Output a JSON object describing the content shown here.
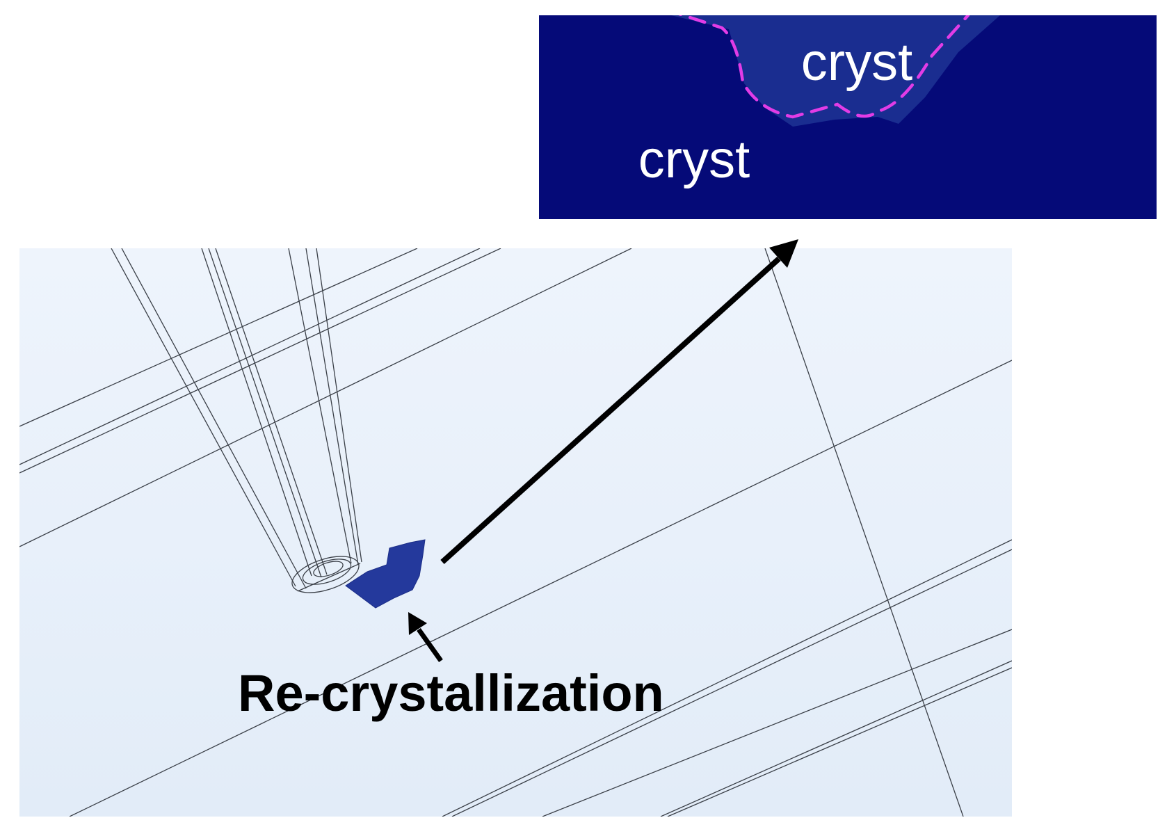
{
  "inset": {
    "upper_region_label": "cryst",
    "lower_region_label": "cryst"
  },
  "annotation": {
    "label": "Re-crystallization"
  },
  "colors": {
    "inset_background": "#050a78",
    "inset_region": "#1a2d90",
    "boundary_dash": "#e23ce6",
    "model_background": "#e9f1fb",
    "wireframe": "#3a3f47",
    "crystal_patch": "#24399c",
    "arrow": "#000000",
    "inset_text": "#ffffff"
  }
}
